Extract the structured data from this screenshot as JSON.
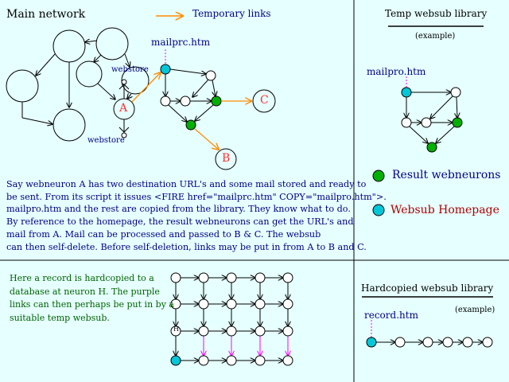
{
  "labels": {
    "main_network": "Main network",
    "temporary_links": "Temporary links",
    "temp_websub_library": "Temp websub library",
    "example": "(example)",
    "mailprc": "mailprc.htm",
    "mailpro": "mailpro.htm",
    "webstore": "webstore",
    "node_a": "A",
    "node_b": "B",
    "node_c": "C",
    "node_h": "H",
    "result_webneurons": "Result webneurons",
    "websub_homepage": "Websub Homepage",
    "hardcopied_library": "Hardcopied websub library",
    "record": "record.htm"
  },
  "explanation_lines": [
    "Say webneuron A has two destination URL's and some mail stored and ready to",
    "be sent. From its script it issues <FIRE href=\"mailprc.htm\" COPY=\"mailpro.htm\">.",
    "mailpro.htm and the rest are copied from the library. They know what to do.",
    "By reference to the homepage, the result webneurons can get the URL's and",
    "mail from A. Mail can be processed and passed to B & C.  The websub",
    "can then self-delete.  Before self-deletion, links may be put in from A to B and C."
  ],
  "record_lines": [
    "Here a record is hardcopied to a",
    "database at neuron H. The purple",
    "links can then perhaps be put in by a",
    "suitable temp websub."
  ],
  "colors": {
    "background": "#e6ffff",
    "text_black": "#000000",
    "text_navy": "#000080",
    "text_green": "#006400",
    "node_a_label": "#ff3030",
    "orange_link": "#ff8c00",
    "result_green": "#00b000",
    "homepage_cyan": "#00c8d8",
    "purple_link": "#ff00ff",
    "homepage_label_red": "#b00000"
  }
}
